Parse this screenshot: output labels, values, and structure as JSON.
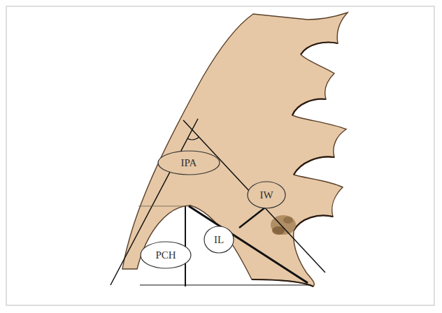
{
  "diagram": {
    "nodes": [
      {
        "text": [
          "IPA"
        ]
      },
      {
        "text": [
          "IW"
        ]
      },
      {
        "text": [
          "IL"
        ]
      },
      {
        "text": [
          "PCH"
        ]
      }
    ]
  }
}
